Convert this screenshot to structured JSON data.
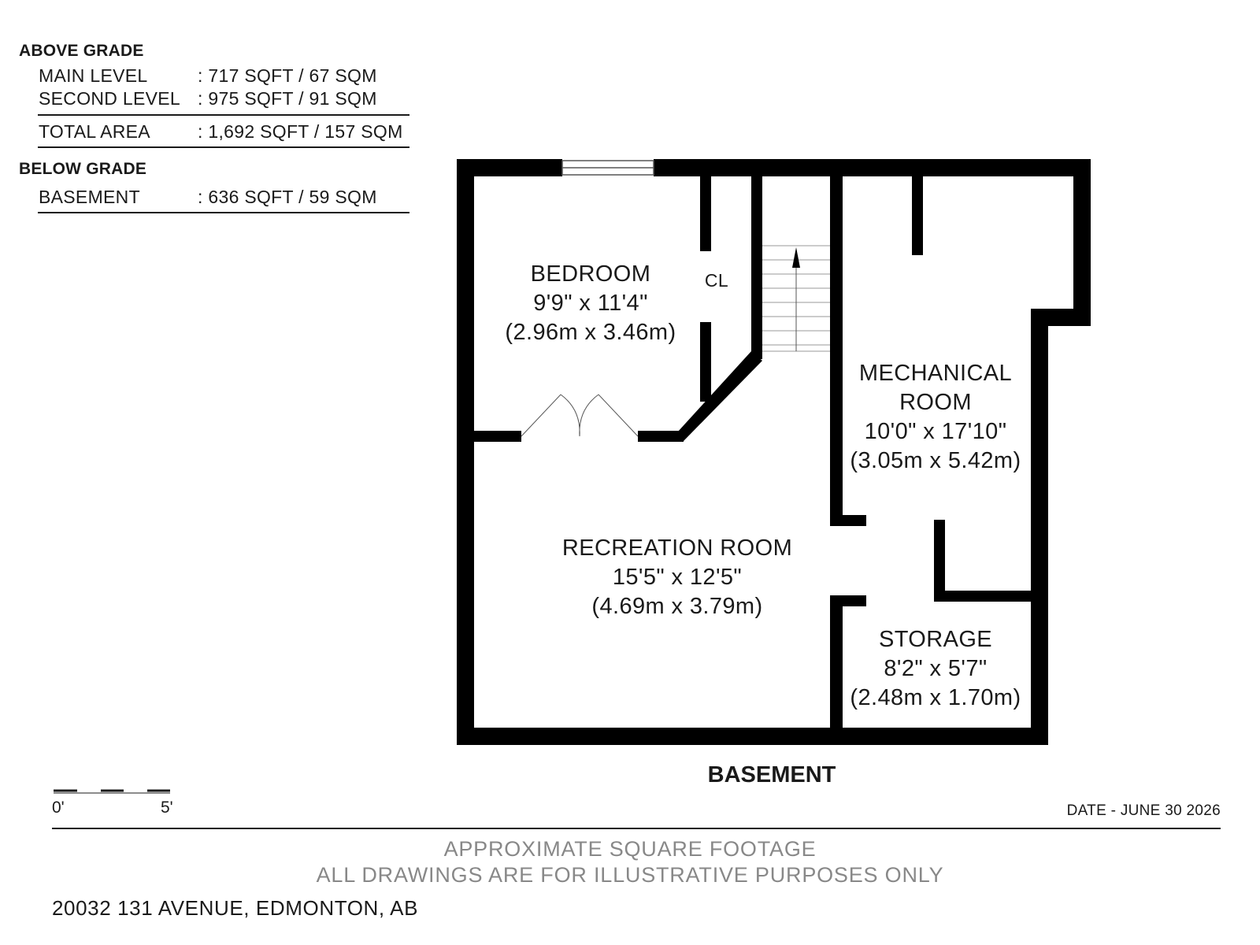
{
  "summary": {
    "above_grade": {
      "heading": "ABOVE GRADE",
      "rows": [
        {
          "label": "MAIN LEVEL",
          "value": ": 717 SQFT / 67 SQM"
        },
        {
          "label": "SECOND LEVEL",
          "value": ": 975 SQFT / 91 SQM"
        }
      ],
      "total": {
        "label": "TOTAL AREA",
        "value": ": 1,692 SQFT / 157 SQM"
      }
    },
    "below_grade": {
      "heading": "BELOW GRADE",
      "rows": [
        {
          "label": "BASEMENT",
          "value": ": 636 SQFT / 59 SQM"
        }
      ]
    }
  },
  "floor_plan": {
    "title": "BASEMENT",
    "rooms": {
      "bedroom": {
        "name": "BEDROOM",
        "imperial": "9'9\" x 11'4\"",
        "metric": "(2.96m x 3.46m)"
      },
      "closet": {
        "name": "CL"
      },
      "mechanical": {
        "name_line1": "MECHANICAL",
        "name_line2": "ROOM",
        "imperial": "10'0\" x 17'10\"",
        "metric": "(3.05m x 5.42m)"
      },
      "recreation": {
        "name": "RECREATION ROOM",
        "imperial": "15'5\" x 12'5\"",
        "metric": "(4.69m x 3.79m)"
      },
      "storage": {
        "name": "STORAGE",
        "imperial": "8'2\" x 5'7\"",
        "metric": "(2.48m x 1.70m)"
      }
    }
  },
  "scale_bar": {
    "start_label": "0'",
    "end_label": "5'"
  },
  "footer": {
    "date": "DATE - JUNE 30 2026",
    "disclaimer_line1": "APPROXIMATE SQUARE FOOTAGE",
    "disclaimer_line2": "ALL DRAWINGS ARE FOR ILLUSTRATIVE PURPOSES ONLY",
    "address": "20032 131 AVENUE, EDMONTON, AB"
  },
  "colors": {
    "wall": "#000000",
    "text": "#1a1a1a",
    "disclaimer": "#888888"
  }
}
